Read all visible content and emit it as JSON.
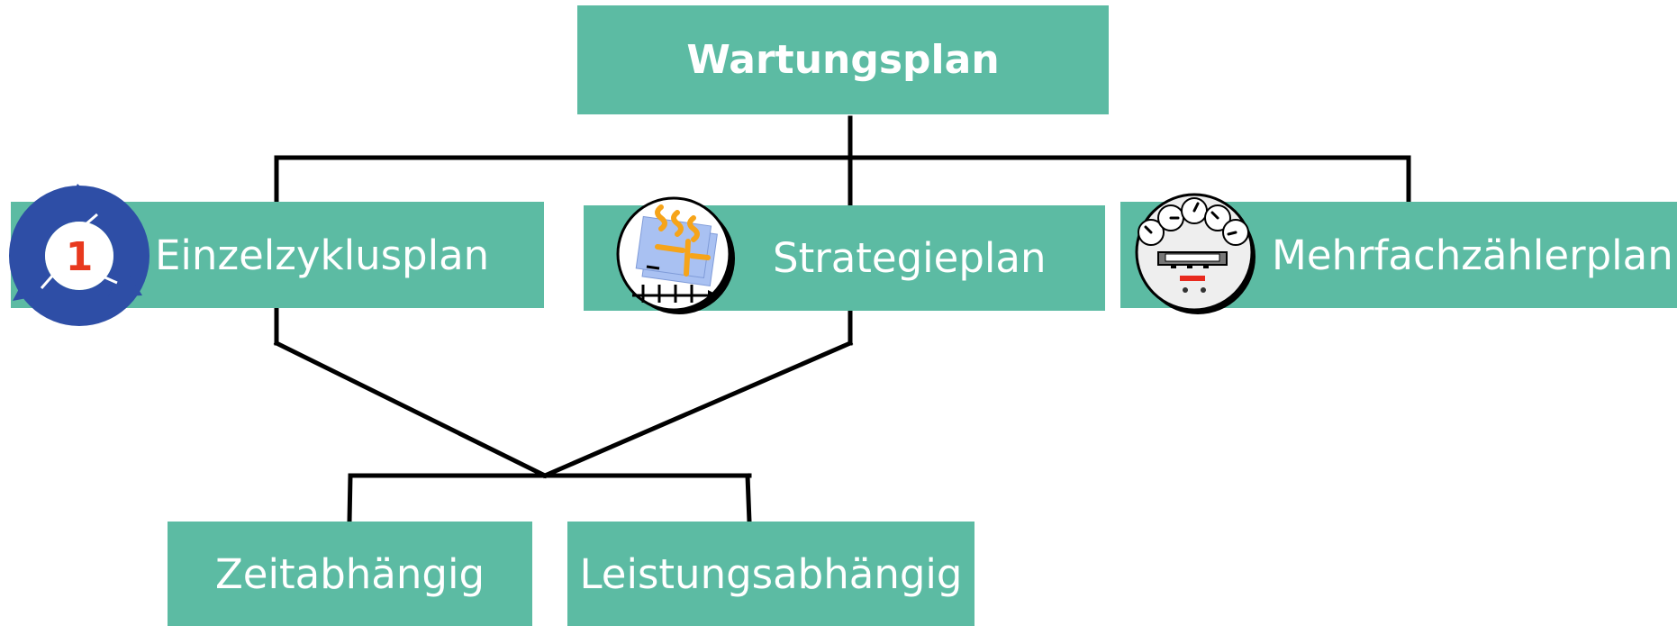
{
  "diagram": {
    "root": {
      "label": "Wartungsplan"
    },
    "plan_types": [
      {
        "label": "Einzelzyklusplan",
        "icon": "cycle-icon",
        "icon_text": "1"
      },
      {
        "label": "Strategieplan",
        "icon": "strategy-calendar-icon"
      },
      {
        "label": "Mehrfachzählerplan",
        "icon": "counter-meter-icon"
      }
    ],
    "dependencies": [
      {
        "label": "Zeitabhängig"
      },
      {
        "label": "Leistungsabhängig"
      }
    ]
  },
  "colors": {
    "box_fill": "#5cbba3",
    "box_text": "#ffffff",
    "connector": "#000000",
    "cycle_icon": "#2e4ea6",
    "cycle_number": "#e8391e",
    "strategy_paper": "#a9c1f2",
    "strategy_ribbon": "#f6a419"
  }
}
